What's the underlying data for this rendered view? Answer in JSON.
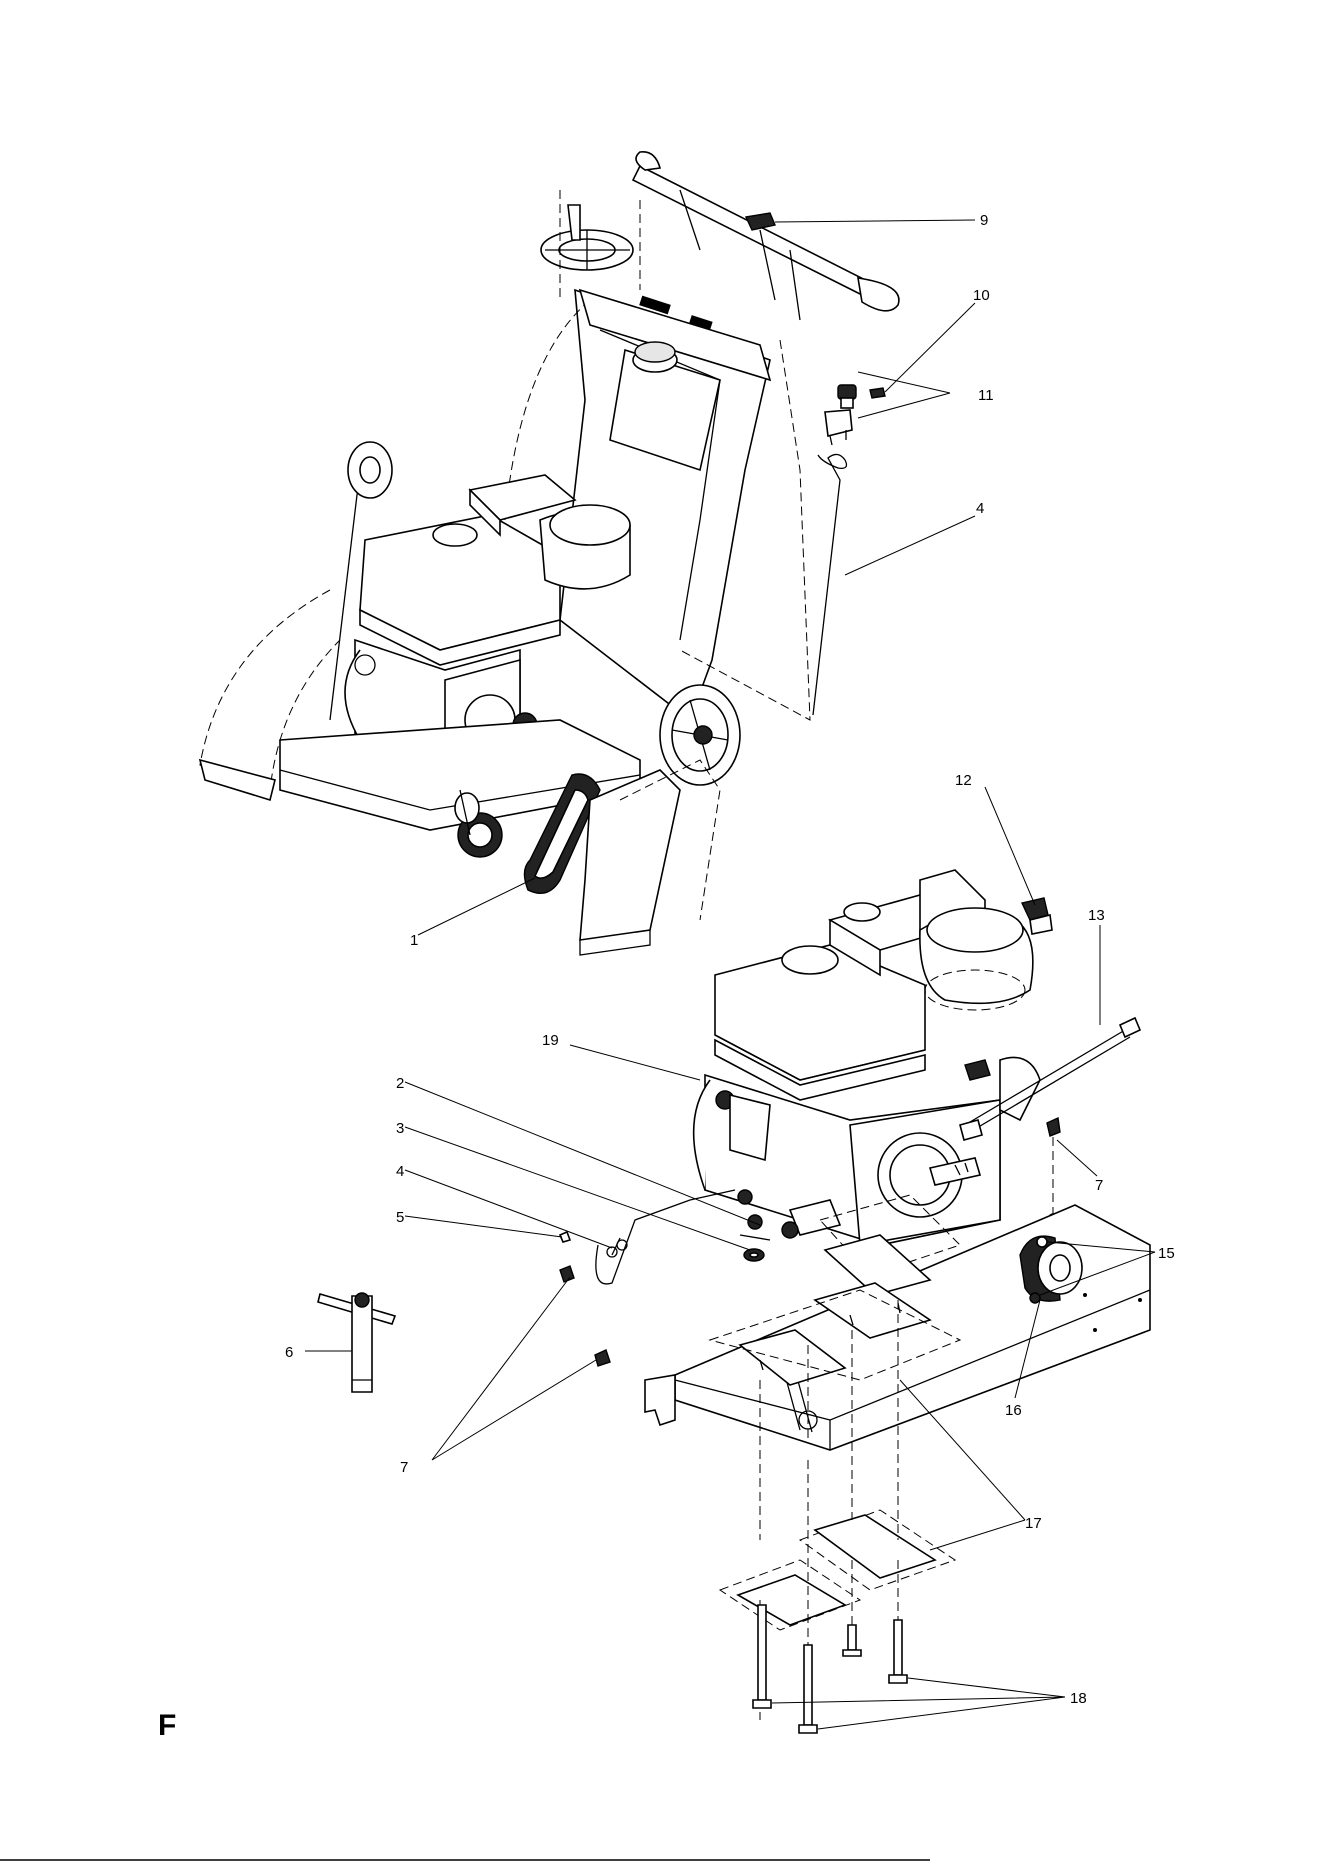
{
  "section_letter": "F",
  "callouts": {
    "c1": "1",
    "c2": "2",
    "c3": "3",
    "c4a": "4",
    "c4b": "4",
    "c5": "5",
    "c6": "6",
    "c7a": "7",
    "c7b": "7",
    "c9": "9",
    "c10": "10",
    "c11": "11",
    "c12": "12",
    "c13": "13",
    "c15": "15",
    "c16": "16",
    "c17": "17",
    "c18": "18",
    "c19": "19"
  }
}
